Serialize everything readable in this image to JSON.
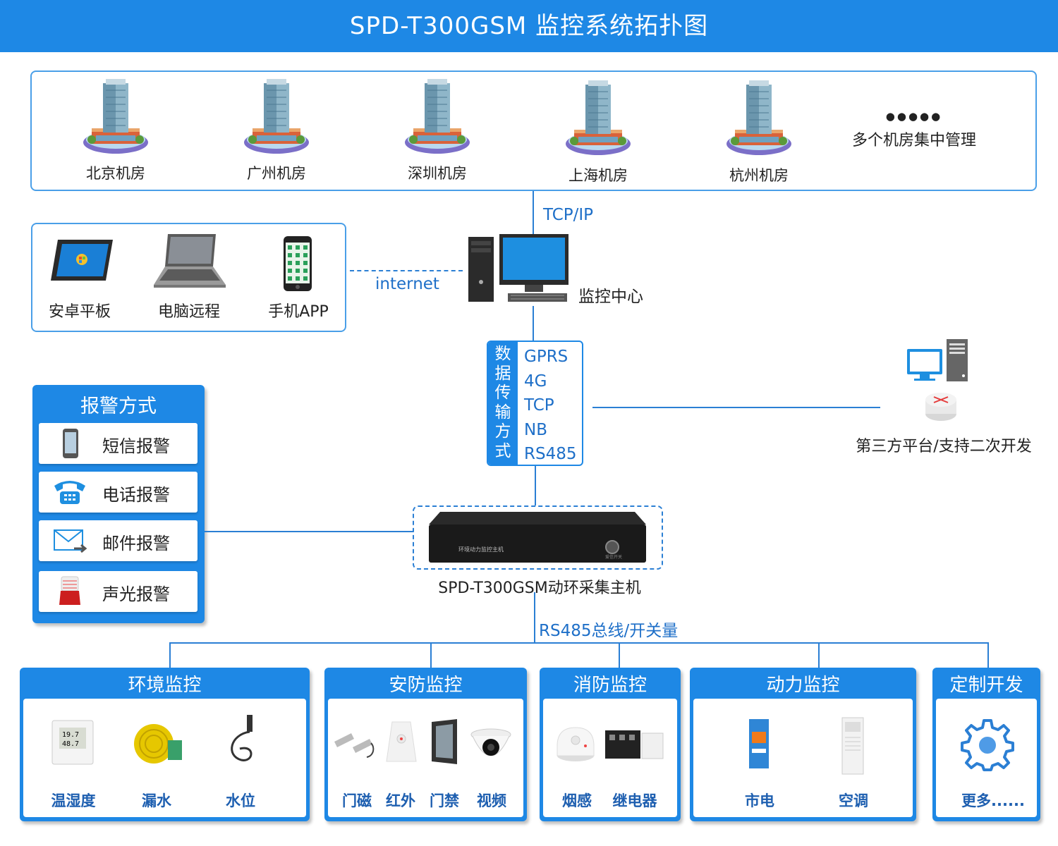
{
  "header": {
    "title": "SPD-T300GSM  监控系统拓扑图"
  },
  "rooms": [
    {
      "label": "北京机房"
    },
    {
      "label": "广州机房"
    },
    {
      "label": "深圳机房"
    },
    {
      "label": "上海机房"
    },
    {
      "label": "杭州机房"
    }
  ],
  "rooms_more": {
    "dots": "●●●●●",
    "label": "多个机房集中管理"
  },
  "links": {
    "tcpip": "TCP/IP",
    "internet": "internet",
    "bus": "RS485总线/开关量"
  },
  "clients": [
    {
      "label": "安卓平板"
    },
    {
      "label": "电脑远程"
    },
    {
      "label": "手机APP"
    }
  ],
  "monitor_center": {
    "label": "监控中心"
  },
  "transmission": {
    "title_chars": [
      "数",
      "据",
      "传",
      "输",
      "方",
      "式"
    ],
    "methods": [
      "GPRS",
      "4G",
      "TCP",
      "NB",
      "RS485"
    ]
  },
  "third_party": {
    "label": "第三方平台/支持二次开发"
  },
  "alarm": {
    "title": "报警方式",
    "items": [
      {
        "label": "短信报警",
        "icon": "mobile-phone-icon"
      },
      {
        "label": "电话报警",
        "icon": "telephone-icon"
      },
      {
        "label": "邮件报警",
        "icon": "email-icon"
      },
      {
        "label": "声光报警",
        "icon": "siren-light-icon"
      }
    ]
  },
  "host": {
    "label": "SPD-T300GSM动环采集主机",
    "panel_text": "环境动力监控主机",
    "btn_text": "爱信开关"
  },
  "categories": [
    {
      "title": "环境监控",
      "items": [
        "温湿度",
        "漏水",
        "水位"
      ]
    },
    {
      "title": "安防监控",
      "items": [
        "门磁",
        "红外",
        "门禁",
        "视频"
      ]
    },
    {
      "title": "消防监控",
      "items": [
        "烟感",
        "继电器"
      ]
    },
    {
      "title": "动力监控",
      "items": [
        "市电",
        "空调"
      ]
    },
    {
      "title": "定制开发",
      "items": [
        "更多......"
      ]
    }
  ],
  "colors": {
    "primary": "#1e88e5",
    "line": "#2b7fd4",
    "label_blue": "#1e5fb0"
  }
}
